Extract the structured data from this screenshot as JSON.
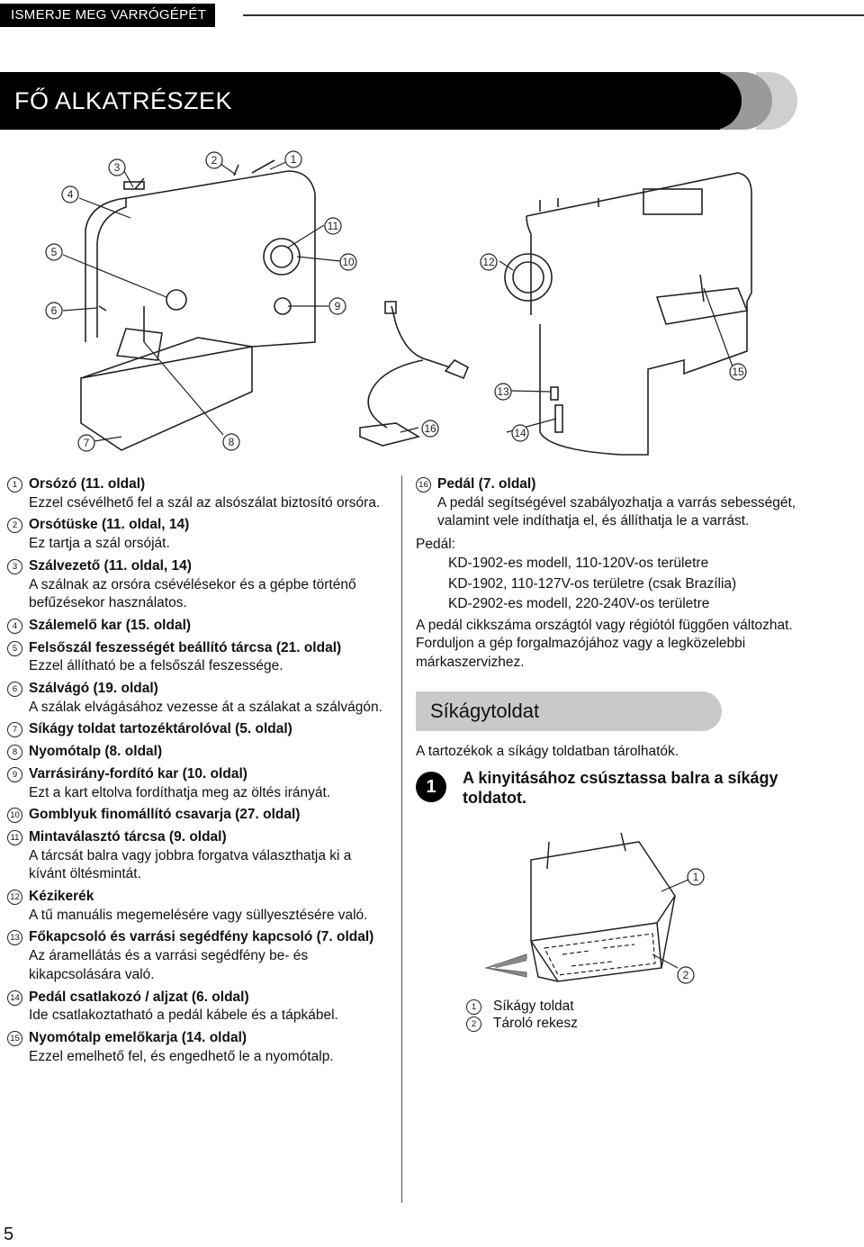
{
  "header": {
    "section": "ISMERJE MEG VARRÓGÉPÉT"
  },
  "title": "FŐ ALKATRÉSZEK",
  "callouts": [
    "1",
    "2",
    "3",
    "4",
    "5",
    "6",
    "7",
    "8",
    "9",
    "10",
    "11",
    "12",
    "13",
    "14",
    "15",
    "16"
  ],
  "parts": [
    {
      "num": "1",
      "title": "Orsózó (11. oldal)",
      "desc": "Ezzel csévélhető fel a szál az alsószálat biztosító orsóra."
    },
    {
      "num": "2",
      "title": "Orsótüske (11. oldal, 14)",
      "desc": "Ez tartja a szál orsóját."
    },
    {
      "num": "3",
      "title": "Szálvezető (11. oldal, 14)",
      "desc": "A szálnak az orsóra csévélésekor és a gépbe történő befűzésekor használatos."
    },
    {
      "num": "4",
      "title": "Szálemelő kar (15. oldal)",
      "desc": ""
    },
    {
      "num": "5",
      "title": "Felsőszál feszességét beállító tárcsa (21. oldal)",
      "desc": "Ezzel állítható be a felsőszál feszessége."
    },
    {
      "num": "6",
      "title": "Szálvágó (19. oldal)",
      "desc": "A szálak elvágásához vezesse át a szálakat a szálvágón."
    },
    {
      "num": "7",
      "title": "Síkágy toldat tartozéktárolóval (5. oldal)",
      "desc": ""
    },
    {
      "num": "8",
      "title": "Nyomótalp (8. oldal)",
      "desc": ""
    },
    {
      "num": "9",
      "title": "Varrásirány-fordító kar (10. oldal)",
      "desc": "Ezt a kart eltolva fordíthatja meg az öltés irányát."
    },
    {
      "num": "10",
      "title": "Gomblyuk finomállító csavarja (27. oldal)",
      "desc": ""
    },
    {
      "num": "11",
      "title": "Mintaválasztó tárcsa (9. oldal)",
      "desc": "A tárcsát balra vagy jobbra forgatva választhatja ki a kívánt öltésmintát."
    },
    {
      "num": "12",
      "title": "Kézikerék",
      "desc": "A tű manuális megemelésére vagy süllyesztésére való."
    },
    {
      "num": "13",
      "title": "Főkapcsoló és varrási segédfény kapcsoló (7. oldal)",
      "desc": "Az áramellátás és a varrási segédfény be- és kikapcsolására való."
    },
    {
      "num": "14",
      "title": "Pedál csatlakozó / aljzat (6. oldal)",
      "desc": "Ide csatlakoztatható a pedál kábele és a tápkábel."
    },
    {
      "num": "15",
      "title": "Nyomótalp emelőkarja (14. oldal)",
      "desc": "Ezzel emelhető fel, és engedhető le a nyomótalp."
    }
  ],
  "pedal": {
    "num": "16",
    "title": "Pedál (7. oldal)",
    "desc": "A pedál segítségével szabályozhatja a varrás sebességét, valamint vele indíthatja el, és állíthatja le a varrást.",
    "label": "Pedál:",
    "models": [
      "KD-1902-es modell, 110-120V-os területre",
      "KD-1902, 110-127V-os területre (csak Brazília)",
      "KD-2902-es modell, 220-240V-os területre"
    ],
    "note": "A pedál cikkszáma országtól vagy régiótól függően változhat. Forduljon a gép forgalmazójához vagy a legközelebbi márkaszervizhez."
  },
  "flatbed": {
    "heading": "Síkágytoldat",
    "note": "A tartozékok a síkágy toldatban tárolhatók.",
    "step_badge": "1",
    "step": "A kinyitásához csúsztassa balra a síkágy toldatot.",
    "callouts": [
      "1",
      "2"
    ],
    "labels": [
      {
        "num": "1",
        "text": "Síkágy toldat"
      },
      {
        "num": "2",
        "text": "Tároló rekesz"
      }
    ]
  },
  "page_number": "5"
}
